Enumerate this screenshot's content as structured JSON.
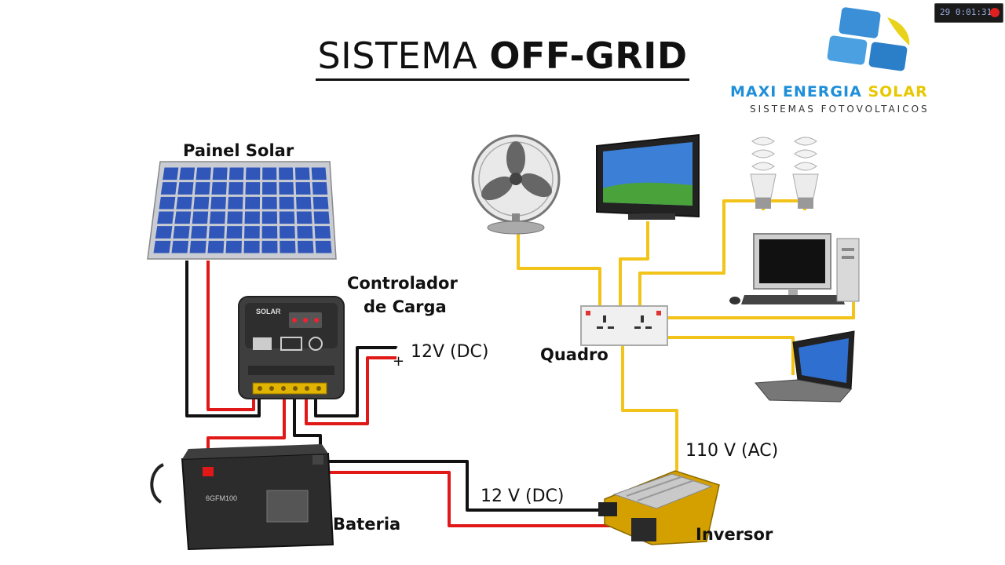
{
  "title": {
    "regular": "SISTEMA",
    "bold": "OFF-GRID"
  },
  "brand": {
    "name_part1": "MAXI ENERGIA",
    "name_part2": "SOLAR",
    "tagline": "SISTEMAS FOTOVOLTAICOS"
  },
  "labels": {
    "panel": "Painel Solar",
    "controller_line1": "Controlador",
    "controller_line2": "de Carga",
    "dc_output": "12V (DC)",
    "distribution_board": "Quadro",
    "ac_voltage": "110 V (AC)",
    "battery_dc": "12 V (DC)",
    "battery": "Bateria",
    "inverter": "Inversor"
  },
  "device_text": {
    "controller_brand": "SOLAR",
    "battery_model": "6GFM100"
  },
  "colors": {
    "wire_positive": "#e01818",
    "wire_negative": "#111111",
    "wire_ac": "#f2c318",
    "panel_cell": "#2f56b8",
    "brand_blue": "#1e8fd8",
    "brand_yellow": "#e9c700"
  },
  "icons": [
    "solar-panel-icon",
    "charge-controller-icon",
    "battery-icon",
    "inverter-icon",
    "fan-icon",
    "tv-icon",
    "lamp-icon",
    "desktop-computer-icon",
    "laptop-icon",
    "outlet-board-icon",
    "logo-icon",
    "record-indicator-icon"
  ]
}
